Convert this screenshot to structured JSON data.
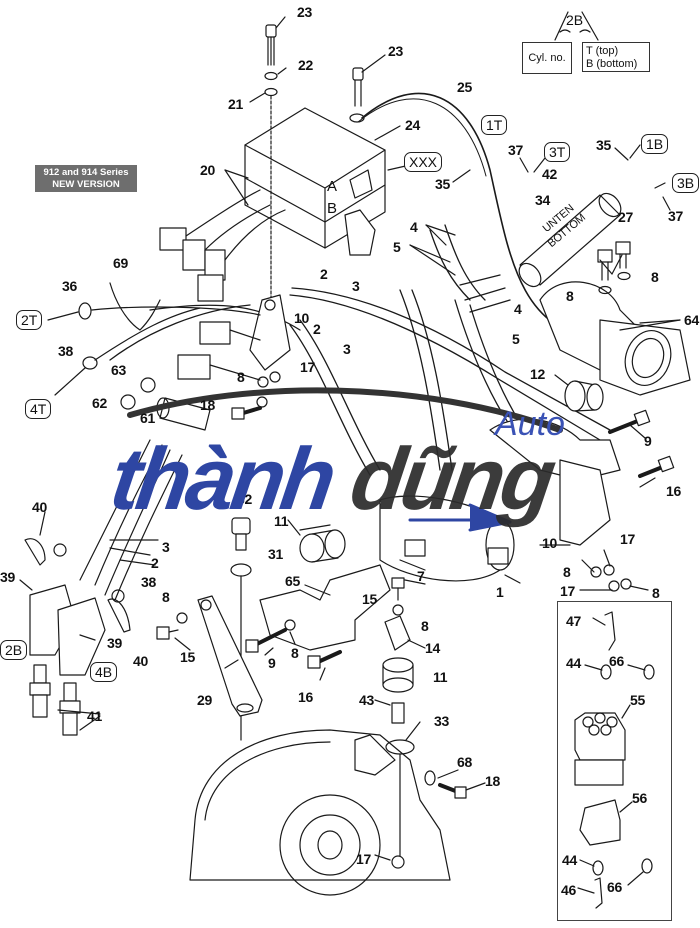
{
  "header": {
    "series_badge_line1": "912 and 914 Series",
    "series_badge_line2": "NEW VERSION"
  },
  "legend": {
    "code": "2B",
    "cyl_label": "Cyl. no.",
    "pos_top": "T (top)",
    "pos_bottom": "B (bottom)"
  },
  "tags": {
    "t1T": "1T",
    "t3T": "3T",
    "t1B": "1B",
    "t3B": "3B",
    "t2T": "2T",
    "t4T": "4T",
    "t2B": "2B",
    "t4B": "4B",
    "xxx": "XXX"
  },
  "module": {
    "label_a": "A",
    "label_b": "B",
    "coil_text_1": "UNTEN",
    "coil_text_2": "BOTTOM"
  },
  "callouts": [
    {
      "id": "c23a",
      "text": "23"
    },
    {
      "id": "c22",
      "text": "22"
    },
    {
      "id": "c21",
      "text": "21"
    },
    {
      "id": "c23b",
      "text": "23"
    },
    {
      "id": "c25",
      "text": "25"
    },
    {
      "id": "c24",
      "text": "24"
    },
    {
      "id": "c20",
      "text": "20"
    },
    {
      "id": "c35a",
      "text": "35"
    },
    {
      "id": "c37a",
      "text": "37"
    },
    {
      "id": "c35b",
      "text": "35"
    },
    {
      "id": "c42",
      "text": "42"
    },
    {
      "id": "c34",
      "text": "34"
    },
    {
      "id": "c37b",
      "text": "37"
    },
    {
      "id": "c27",
      "text": "27"
    },
    {
      "id": "c8a",
      "text": "8"
    },
    {
      "id": "c8b",
      "text": "8"
    },
    {
      "id": "c64",
      "text": "64"
    },
    {
      "id": "c4a",
      "text": "4"
    },
    {
      "id": "c5a",
      "text": "5"
    },
    {
      "id": "c4b",
      "text": "4"
    },
    {
      "id": "c5b",
      "text": "5"
    },
    {
      "id": "c69",
      "text": "69"
    },
    {
      "id": "c36",
      "text": "36"
    },
    {
      "id": "c2a",
      "text": "2"
    },
    {
      "id": "c3a",
      "text": "3"
    },
    {
      "id": "c10a",
      "text": "10"
    },
    {
      "id": "c2b",
      "text": "2"
    },
    {
      "id": "c38a",
      "text": "38"
    },
    {
      "id": "c17a",
      "text": "17"
    },
    {
      "id": "c3b",
      "text": "3"
    },
    {
      "id": "c63",
      "text": "63"
    },
    {
      "id": "c8c",
      "text": "8"
    },
    {
      "id": "c62",
      "text": "62"
    },
    {
      "id": "c61",
      "text": "61"
    },
    {
      "id": "c18a",
      "text": "18"
    },
    {
      "id": "c12",
      "text": "12"
    },
    {
      "id": "c9a",
      "text": "9"
    },
    {
      "id": "c16a",
      "text": "16"
    },
    {
      "id": "c40a",
      "text": "40"
    },
    {
      "id": "c32",
      "text": "32"
    },
    {
      "id": "c11a",
      "text": "11"
    },
    {
      "id": "c3c",
      "text": "3"
    },
    {
      "id": "c2c",
      "text": "2"
    },
    {
      "id": "c31",
      "text": "31"
    },
    {
      "id": "c39a",
      "text": "39"
    },
    {
      "id": "c38b",
      "text": "38"
    },
    {
      "id": "c8d",
      "text": "8"
    },
    {
      "id": "c15a",
      "text": "15"
    },
    {
      "id": "c39b",
      "text": "39"
    },
    {
      "id": "c40b",
      "text": "40"
    },
    {
      "id": "c65",
      "text": "65"
    },
    {
      "id": "c7",
      "text": "7"
    },
    {
      "id": "c15b",
      "text": "15"
    },
    {
      "id": "c1",
      "text": "1"
    },
    {
      "id": "c10b",
      "text": "10"
    },
    {
      "id": "c17b",
      "text": "17"
    },
    {
      "id": "c8e",
      "text": "8"
    },
    {
      "id": "c17c",
      "text": "17"
    },
    {
      "id": "c8f",
      "text": "8"
    },
    {
      "id": "c8g",
      "text": "8"
    },
    {
      "id": "c14",
      "text": "14"
    },
    {
      "id": "c9b",
      "text": "9"
    },
    {
      "id": "c8h",
      "text": "8"
    },
    {
      "id": "c16b",
      "text": "16"
    },
    {
      "id": "c11b",
      "text": "11"
    },
    {
      "id": "c29",
      "text": "29"
    },
    {
      "id": "c43",
      "text": "43"
    },
    {
      "id": "c33",
      "text": "33"
    },
    {
      "id": "c41",
      "text": "41"
    },
    {
      "id": "c68",
      "text": "68"
    },
    {
      "id": "c18b",
      "text": "18"
    },
    {
      "id": "c17d",
      "text": "17"
    },
    {
      "id": "c47",
      "text": "47"
    },
    {
      "id": "c44a",
      "text": "44"
    },
    {
      "id": "c66a",
      "text": "66"
    },
    {
      "id": "c55",
      "text": "55"
    },
    {
      "id": "c56",
      "text": "56"
    },
    {
      "id": "c44b",
      "text": "44"
    },
    {
      "id": "c46",
      "text": "46"
    },
    {
      "id": "c66b",
      "text": "66"
    }
  ],
  "watermark": {
    "part1": "thành",
    "part2": "dũng",
    "part3": "Auto",
    "color_blue": "#2e46a3",
    "color_dark": "#2b2b2b"
  }
}
